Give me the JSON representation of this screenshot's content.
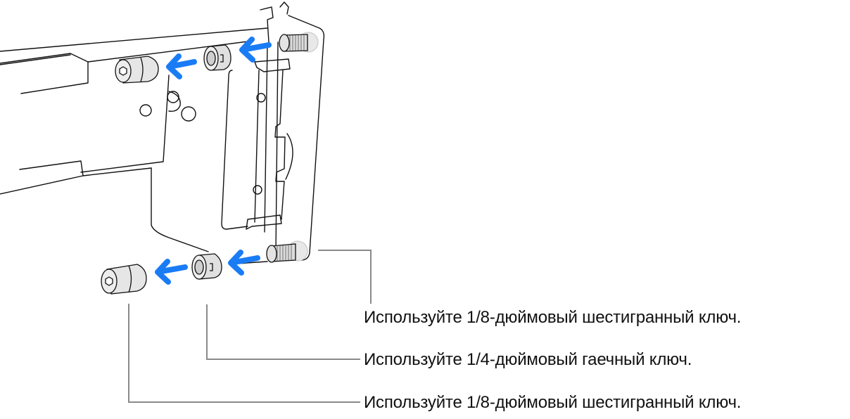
{
  "diagram": {
    "subject": "rack-rail-bracket-screw-removal",
    "arrow_color": "#1a7cf5",
    "leader_color": "#8a8a8a",
    "callouts": [
      {
        "label": "Используйте 1/8-дюймовый шестигранный ключ.",
        "target": "top-right-threaded-stud"
      },
      {
        "label": "Используйте 1/4-дюймовый гаечный ключ.",
        "target": "threaded-nut"
      },
      {
        "label": "Используйте 1/8-дюймовый шестигранный ключ.",
        "target": "hex-socket-cap"
      }
    ]
  }
}
